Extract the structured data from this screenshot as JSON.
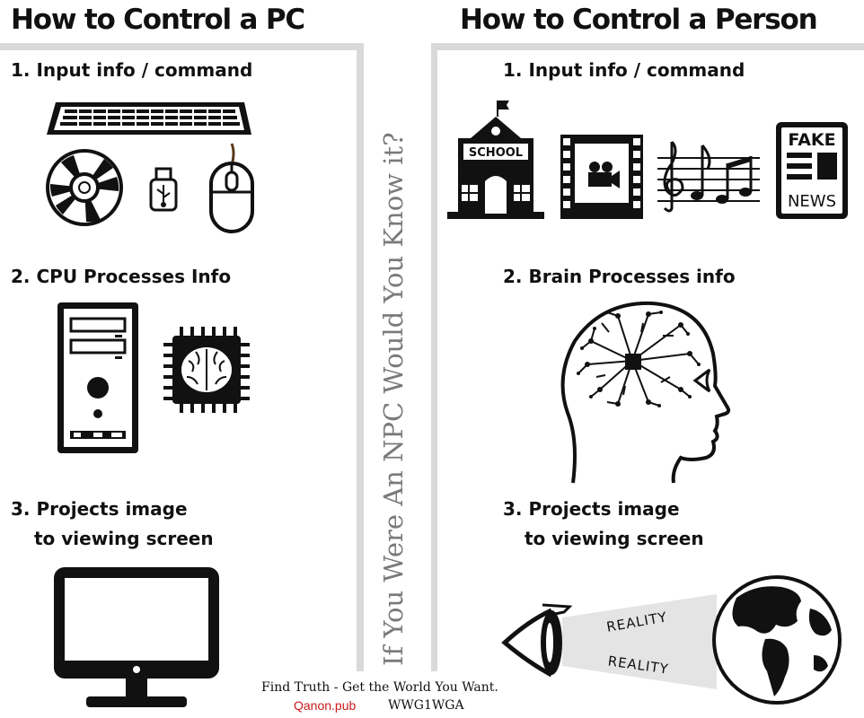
{
  "left": {
    "title": "How to Control a PC",
    "step1": "1. Input info / command",
    "step2": "2. CPU Processes Info",
    "step3_line1": "3. Projects image",
    "step3_line2": "to viewing screen"
  },
  "right": {
    "title": "How to Control a Person",
    "step1": "1. Input info / command",
    "step2": "2. Brain Processes info",
    "step3_line1": "3. Projects image",
    "step3_line2": "to viewing screen",
    "school_label": "SCHOOL",
    "fake_label": "FAKE",
    "news_label": "NEWS",
    "reality_top": "REALITY",
    "reality_bottom": "REALITY"
  },
  "side_text": "If You Were An NPC Would You Know it?",
  "footer": {
    "line1": "Find Truth - Get the World You Want.",
    "site": "Qanon.pub",
    "tag": "WWG1WGA"
  },
  "icons": [
    "keyboard-icon",
    "disc-icon",
    "usb-icon",
    "mouse-icon",
    "computer-tower-icon",
    "cpu-chip-icon",
    "monitor-icon",
    "school-icon",
    "film-strip-icon",
    "music-notes-icon",
    "fake-news-icon",
    "head-brain-icon",
    "eye-icon",
    "globe-icon"
  ],
  "colors": {
    "ink": "#111111",
    "divider": "#d9d9d9",
    "side_text": "#7a7a7a",
    "site_red": "#cc1a1a"
  }
}
